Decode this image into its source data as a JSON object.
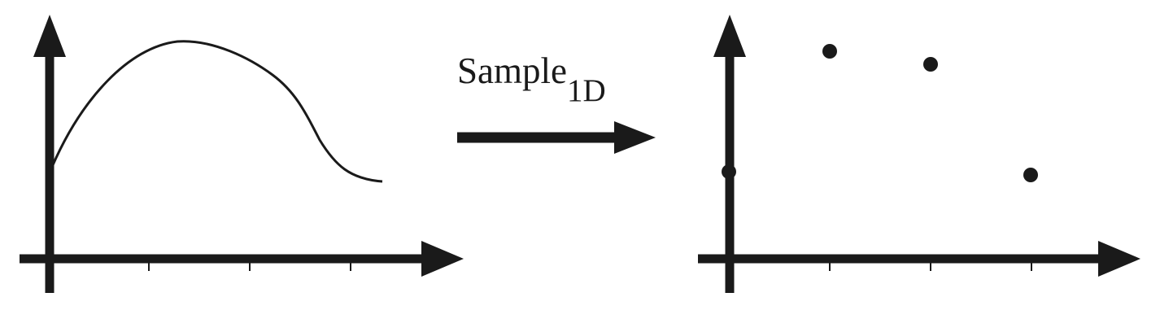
{
  "diagram": {
    "operation": {
      "name": "Sample",
      "subscript": "1D"
    },
    "ink_color": "#1a1a1a",
    "background_color": "#ffffff",
    "continuous_plot": {
      "kind": "smooth-curve",
      "tick_count": 3,
      "samples": [
        0.36,
        0.92,
        0.82,
        0.34
      ]
    },
    "sampled_plot": {
      "kind": "discrete-points",
      "points": [
        0.36,
        0.92,
        0.82,
        0.34
      ]
    }
  }
}
